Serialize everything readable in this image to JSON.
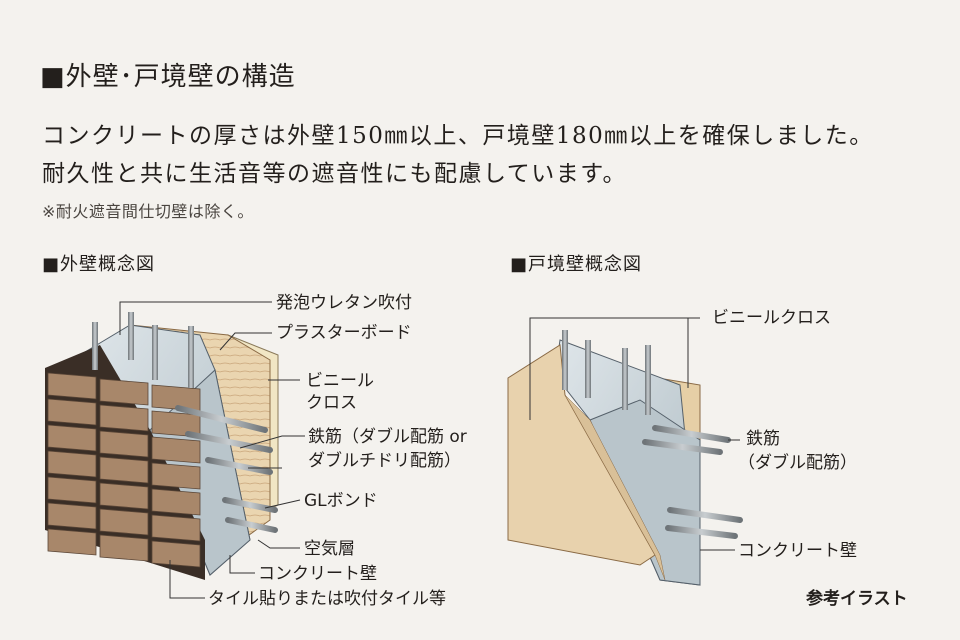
{
  "title": "■外壁･戸境壁の構造",
  "description": [
    "コンクリートの厚さは外壁150㎜以上、戸境壁180㎜以上を確保しました。",
    "耐久性と共に生活音等の遮音性にも配慮しています。"
  ],
  "note": "※耐火遮音間仕切壁は除く。",
  "exterior": {
    "heading": "■外壁概念図",
    "labels": {
      "foam": "発泡ウレタン吹付",
      "plasterboard": "プラスターボード",
      "vinyl_1": "ビニール",
      "vinyl_2": "クロス",
      "rebar_1": "鉄筋（ダブル配筋 or",
      "rebar_2": "ダブルチドリ配筋）",
      "gl_bond": "GLボンド",
      "air_layer": "空気層",
      "concrete": "コンクリート壁",
      "tile": "タイル貼りまたは吹付タイル等"
    }
  },
  "partition": {
    "heading": "■戸境壁概念図",
    "labels": {
      "vinyl": "ビニールクロス",
      "rebar_1": "鉄筋",
      "rebar_2": "（ダブル配筋）",
      "concrete": "コンクリート壁"
    }
  },
  "credit": "参考イラスト",
  "colors": {
    "background": "#f4f2ee",
    "brick": "#a8876a",
    "brick_mortar": "#3a2e26",
    "concrete": "#c9d3d8",
    "board": "#e8d2ad",
    "rebar": "#8a9094"
  }
}
